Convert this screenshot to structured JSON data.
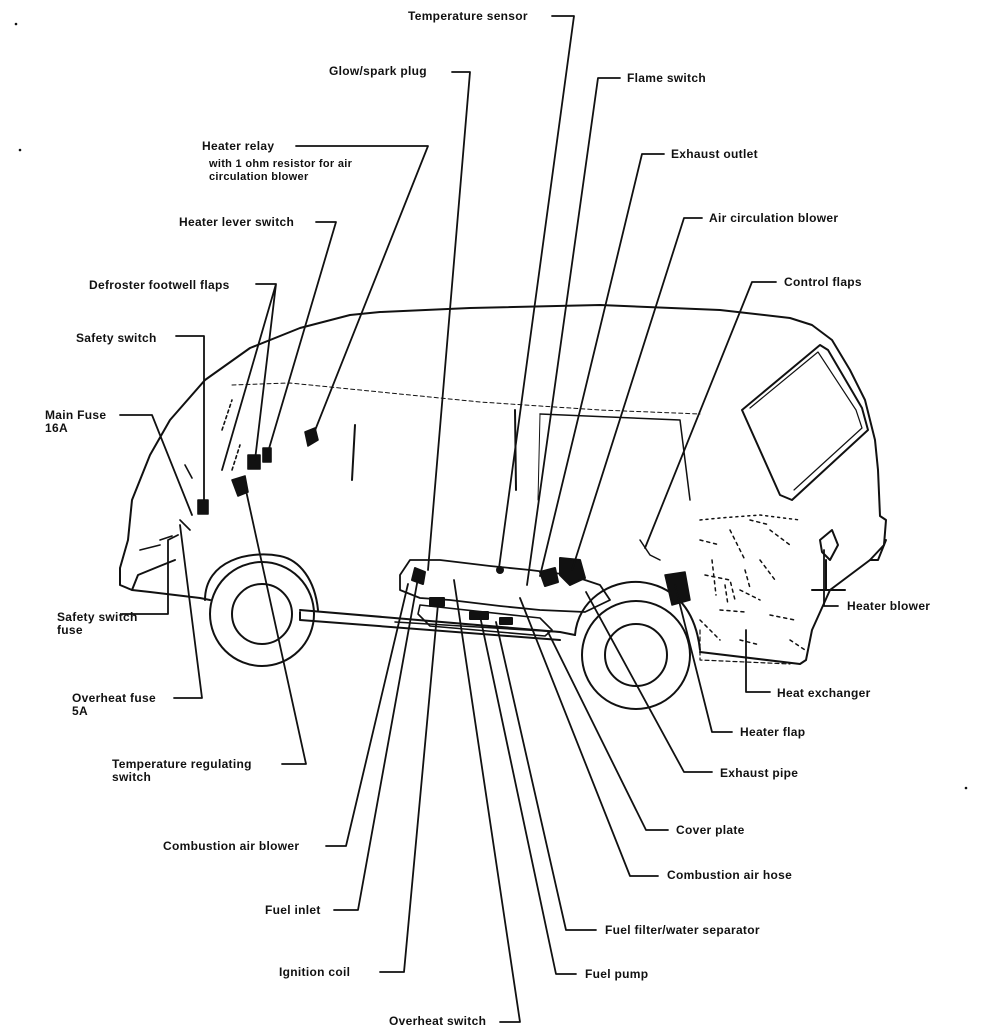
{
  "labels": {
    "temperature_sensor": "Temperature sensor",
    "glow_spark_plug": "Glow/spark plug",
    "flame_switch": "Flame switch",
    "heater_relay": "Heater relay",
    "heater_relay_note": "with 1 ohm resistor for  air\ncirculation blower",
    "exhaust_outlet": "Exhaust outlet",
    "air_circulation_blower": "Air circulation blower",
    "heater_lever_switch": "Heater lever switch",
    "control_flaps": "Control flaps",
    "defroster_footwell_flaps": "Defroster footwell flaps",
    "safety_switch": "Safety switch",
    "main_fuse": "Main Fuse\n16A",
    "heater_blower": "Heater blower",
    "safety_switch_fuse": "Safety switch\nfuse",
    "heat_exchanger": "Heat exchanger",
    "overheat_fuse": "Overheat fuse\n5A",
    "heater_flap": "Heater flap",
    "temperature_regulating_switch": "Temperature regulating\nswitch",
    "exhaust_pipe": "Exhaust pipe",
    "cover_plate": "Cover plate",
    "combustion_air_blower": "Combustion air blower",
    "combustion_air_hose": "Combustion air hose",
    "fuel_inlet": "Fuel inlet",
    "fuel_filter_water_separator": "Fuel filter/water separator",
    "ignition_coil": "Ignition coil",
    "fuel_pump": "Fuel pump",
    "overheat_switch": "Overheat switch"
  }
}
